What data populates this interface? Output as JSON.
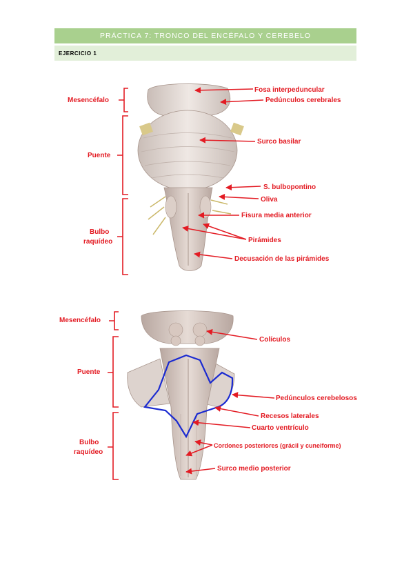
{
  "header": {
    "title": "PRÁCTICA 7: TRONCO DEL ENCÉFALO Y CEREBELO",
    "section": "EJERCICIO 1"
  },
  "colors": {
    "label": "#e31b23",
    "outline": "#1a2ad1",
    "title_bg": "#a9d08e",
    "section_bg": "#e2efd9"
  },
  "figure1": {
    "regions": {
      "mesencefalo": "Mesencéfalo",
      "puente": "Puente",
      "bulbo_1": "Bulbo",
      "bulbo_2": "raquídeo"
    },
    "labels": {
      "fosa": "Fosa interpeduncular",
      "pedunculos_cerebrales": "Pedúnculos cerebrales",
      "surco_basilar": "Surco basilar",
      "bulbopontino": "S. bulbopontino",
      "oliva": "Oliva",
      "fisura": "Fisura media anterior",
      "piramides": "Pirámides",
      "decusacion": "Decusación de las  pirámides"
    }
  },
  "figure2": {
    "regions": {
      "mesencefalo": "Mesencéfalo",
      "puente": "Puente",
      "bulbo_1": "Bulbo",
      "bulbo_2": "raquídeo"
    },
    "labels": {
      "coliculos": "Colículos",
      "pedunculos_cerebelosos": "Pedúnculos cerebelosos",
      "recesos": "Recesos laterales",
      "cuarto": "Cuarto ventrículo",
      "cordones": "Cordones posteriores (grácil y cuneiforme)",
      "surco_medio": "Surco medio posterior"
    }
  }
}
